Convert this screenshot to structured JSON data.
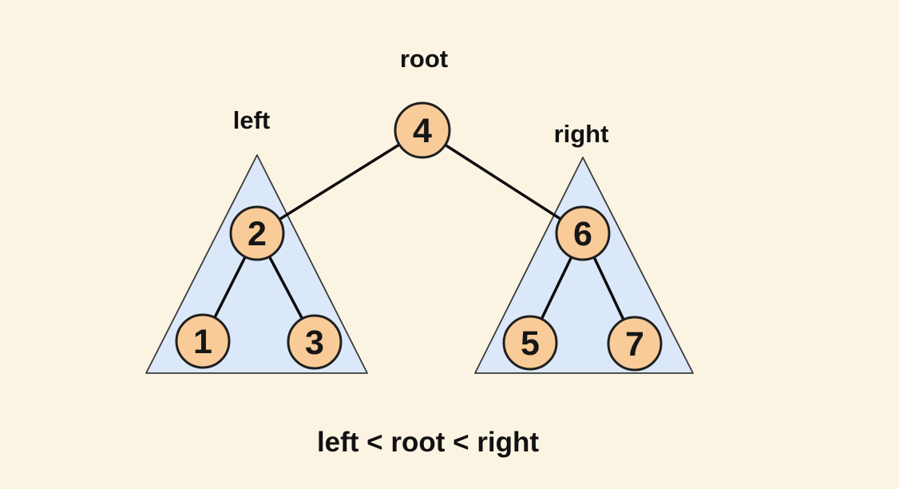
{
  "diagram_title": "binary-search-tree-property",
  "colors": {
    "background": "#FCF4E2",
    "node_fill": "#F8CB98",
    "node_stroke": "#1F1F1F",
    "triangle_fill": "#DBE8F9",
    "triangle_stroke": "#3A3A3A",
    "edge": "#0D0D0D",
    "text": "#111111"
  },
  "labels": {
    "root": "root",
    "left": "left",
    "right": "right",
    "caption": "left < root < right"
  },
  "tree": {
    "root_value": "4",
    "left_subtree": {
      "root": "2",
      "left_child": "1",
      "right_child": "3"
    },
    "right_subtree": {
      "root": "6",
      "left_child": "5",
      "right_child": "7"
    }
  }
}
